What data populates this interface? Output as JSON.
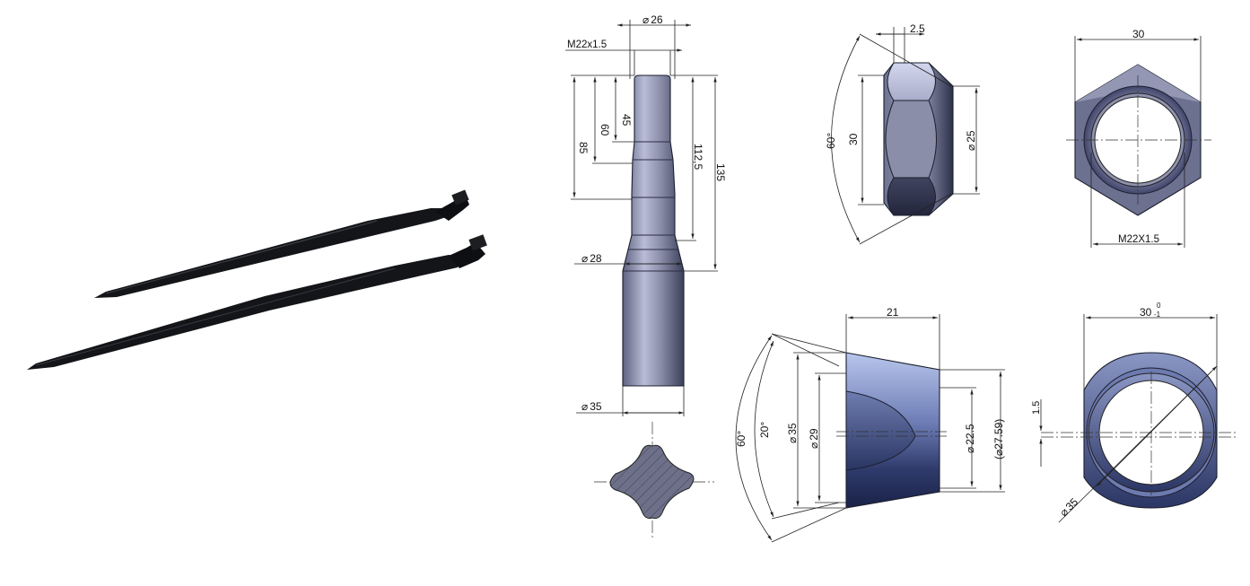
{
  "figure": {
    "product_photo": {
      "description": "two black bale spears"
    },
    "spear_drawing": {
      "d_top": "26",
      "thread": "M22x1.5",
      "len_45": "45",
      "len_60": "60",
      "len_85": "85",
      "len_112_5": "112,5",
      "len_135": "135",
      "d_28": "28",
      "d_35": "35"
    },
    "nut_side": {
      "chamfer": "2.5",
      "height": "30",
      "angle": "60°",
      "d_25": "25"
    },
    "nut_front": {
      "width": "30",
      "thread": "M22X1.5"
    },
    "sleeve_side": {
      "length": "21",
      "angle_60": "60°",
      "angle_20": "20°",
      "d_35": "35",
      "d_29": "29",
      "d_22_5": "22.5",
      "d_27_59": "(⌀27.59)"
    },
    "sleeve_front": {
      "width": "30",
      "tol_upper": "0",
      "tol_lower": "-1",
      "offset": "1.5",
      "d_35": "35"
    },
    "diameter_symbol": "⌀",
    "colors": {
      "metal_light": "#c9cde6",
      "metal_mid": "#7d82a3",
      "metal_dark": "#262b45",
      "spear_black": "#141518"
    }
  }
}
